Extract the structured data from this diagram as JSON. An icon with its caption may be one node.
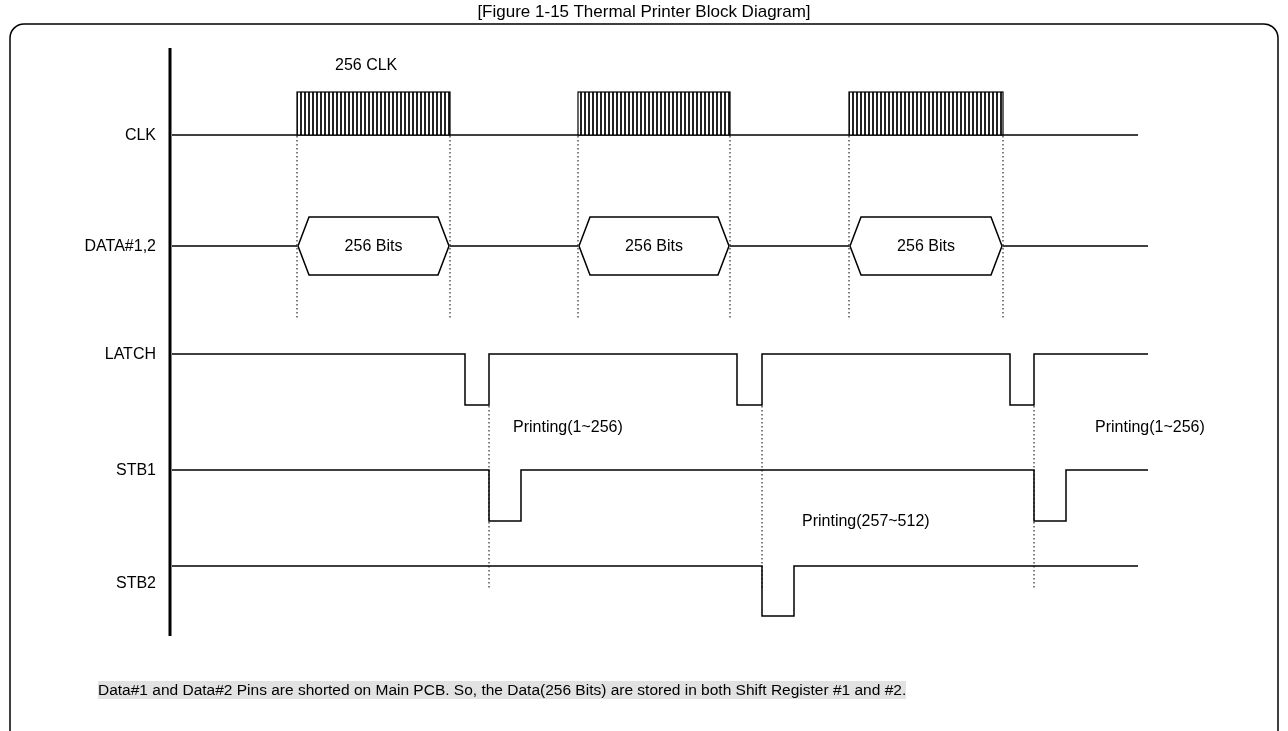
{
  "diagram": {
    "title": "[Figure 1-15 Thermal Printer Block Diagram]",
    "nodes": [
      {
        "text": [
          "256 Bits"
        ]
      },
      {
        "text": [
          "256 Bits"
        ]
      },
      {
        "text": [
          "256 Bits"
        ]
      }
    ],
    "labels": [
      "256 CLK",
      "CLK",
      "DATA#1,2",
      "LATCH",
      "Printing(1~256)",
      "STB1",
      "Printing(1~256)",
      "Printing(257~512)",
      "STB2",
      "Data#1 and Data#2 Pins are shorted on Main PCB. So, the Data(256 Bits) are stored in both Shift Register #1 and #2."
    ]
  }
}
